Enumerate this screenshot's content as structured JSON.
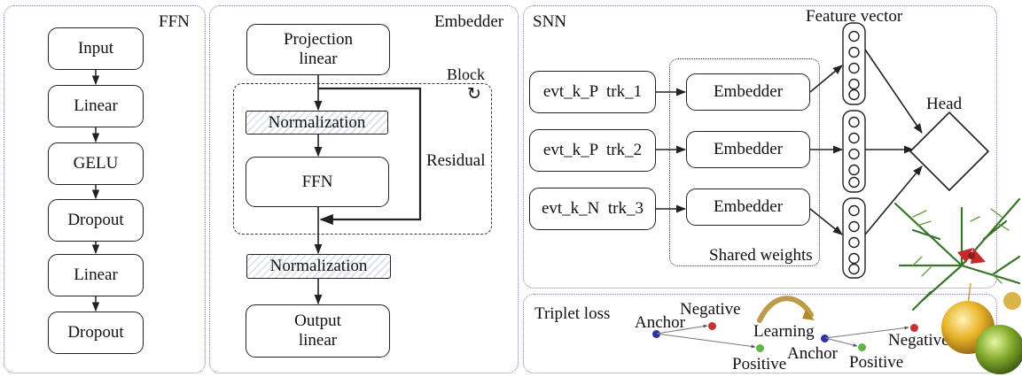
{
  "ffn": {
    "title": "FFN",
    "layers": [
      "Input",
      "Linear",
      "GELU",
      "Dropout",
      "Linear",
      "Dropout"
    ]
  },
  "embedder": {
    "title": "Embedder",
    "projection": "Projection linear",
    "block_label": "Block",
    "normalization_inner": "Normalization",
    "ffn": "FFN",
    "residual": "Residual",
    "normalization_outer": "Normalization",
    "output": "Output linear"
  },
  "snn": {
    "title": "SNN",
    "feature_vector": "Feature vector",
    "inputs": [
      "evt_k_P  trk_1",
      "evt_k_P  trk_2",
      "evt_k_N  trk_3"
    ],
    "embedder_label": "Embedder",
    "shared_weights": "Shared weights",
    "head": "Head",
    "triplet_loss": "Triplet loss"
  },
  "triplet": {
    "title": "Triplet loss",
    "anchor": "Anchor",
    "negative": "Negative",
    "positive": "Positive",
    "learning": "Learning",
    "colors": {
      "anchor": "#2e2ea8",
      "negative": "#c8322a",
      "positive": "#5fb548"
    }
  }
}
